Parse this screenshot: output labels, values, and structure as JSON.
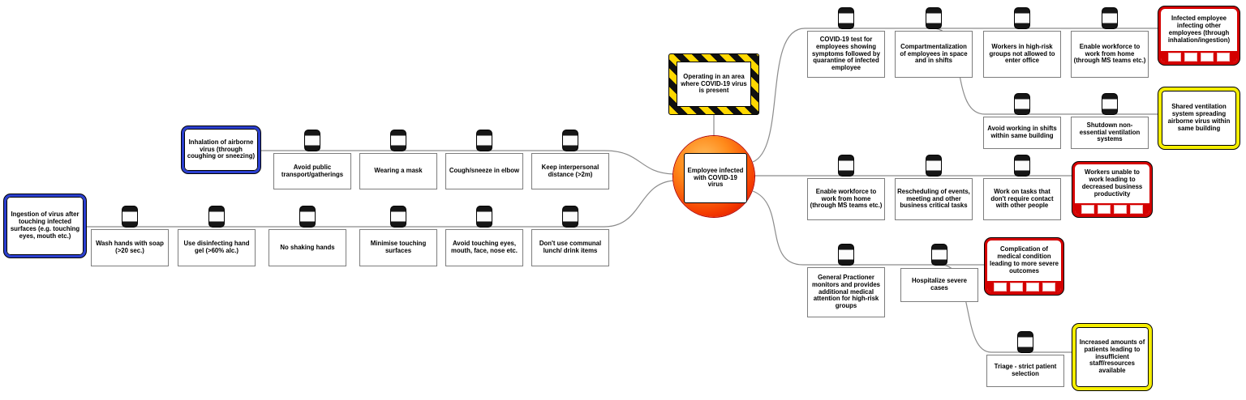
{
  "hazard": {
    "label": "Operating in an area where COVID-19 virus is present"
  },
  "top_event": {
    "label": "Employee infected with COVID-19 virus"
  },
  "threats": [
    {
      "label": "Inhalation of airborne virus (through coughing or sneezing)",
      "barriers": [
        "Avoid public transport/gatherings",
        "Wearing a mask",
        "Cough/sneeze in elbow",
        "Keep interpersonal distance (>2m)"
      ]
    },
    {
      "label": "Ingestion of virus after touching infected surfaces (e.g. touching eyes, mouth etc.)",
      "barriers": [
        "Wash hands with soap (>20 sec.)",
        "Use disinfecting hand gel (>60% alc.)",
        "No shaking hands",
        "Minimise touching surfaces",
        "Avoid touching eyes, mouth, face, nose etc.",
        "Don't use communal lunch/ drink items"
      ]
    }
  ],
  "consequences": [
    {
      "label": "Infected employee infecting other employees (through inhalation/ingestion)",
      "barriers": [
        "COVID-19 test for employees showing symptoms followed by quarantine of infected employee",
        "Compartmentalization of employees in space and in shifts",
        "Workers in high-risk groups not allowed to enter office",
        "Enable workforce to work from home (through MS teams etc.)"
      ]
    },
    {
      "label": "Workers unable to work leading to decreased business productivity",
      "barriers": [
        "Enable workforce to work from home (through MS teams etc.)",
        "Rescheduling of events, meeting and other business critical tasks",
        "Work on tasks that don't require contact with other people"
      ]
    },
    {
      "label": "Complication of medical condition leading to more severe outcomes",
      "barriers": [
        "General Practioner monitors and provides additional medical attention for high-risk groups",
        "Hospitalize severe cases"
      ]
    }
  ],
  "escalations": [
    {
      "label": "Shared ventilation system spreading airborne virus within same building",
      "barriers": [
        "Avoid working in shifts within same building",
        "Shutdown non-essential ventilation systems"
      ]
    },
    {
      "label": "Increased amounts of patients leading to insufficient staff/resources available",
      "barriers": [
        "Triage - strict patient selection"
      ]
    }
  ],
  "colors": {
    "threat_blue": "#2b3fd0",
    "consequence_red": "#d40000",
    "escalation_yellow": "#f5ee00",
    "hazard_yellow": "#ffd800",
    "top_event_orange": "#ff8a1a",
    "connector_line": "#8c8c8c"
  }
}
